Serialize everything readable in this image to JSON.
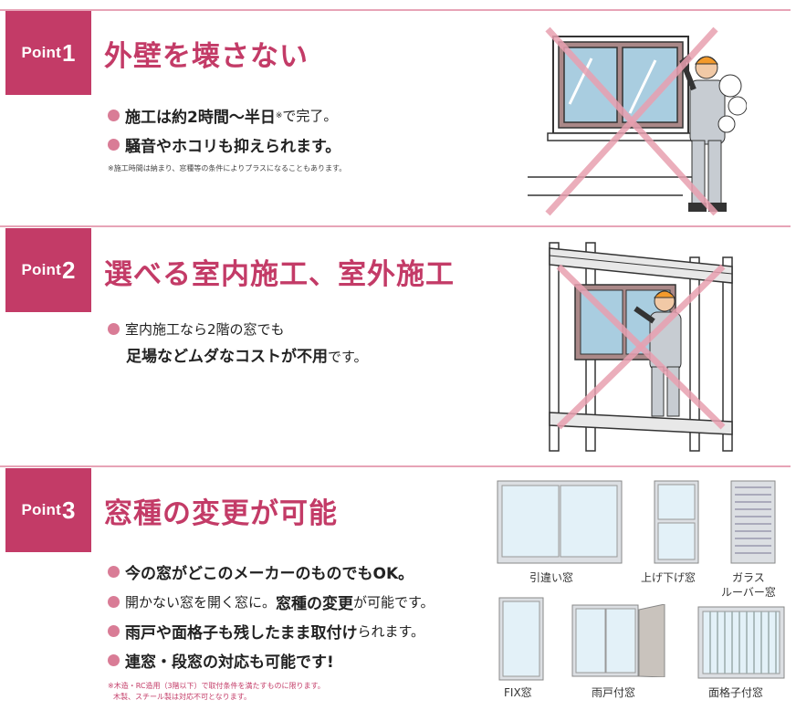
{
  "points": [
    {
      "label": "Point",
      "number": "1",
      "title": "外壁を壊さない",
      "bullets": [
        {
          "bold": "施工は約2時間〜半日",
          "sup": "※",
          "normal": "で完了。"
        },
        {
          "bold": "騒音やホコリも抑えられます。",
          "normal": ""
        }
      ],
      "note": "※施工時間は納まり、窓種等の条件によりプラスになることもあります。"
    },
    {
      "label": "Point",
      "number": "2",
      "title": "選べる室内施工、室外施工",
      "bullet_lead": "室内施工なら2階の窓でも",
      "line2_bold": "足場などムダなコストが不用",
      "line2_normal": "です。"
    },
    {
      "label": "Point",
      "number": "3",
      "title": "窓種の変更が可能",
      "bullets": [
        {
          "bold": "今の窓がどこのメーカーのものでもOK。",
          "normal": "",
          "bold2": "",
          "normal2": ""
        },
        {
          "normal": "開かない窓を開く窓に。",
          "bold": "窓種の変更",
          "normal2": "が可能です。"
        },
        {
          "bold": "雨戸や面格子も残したまま取付け",
          "normal2": "られます。"
        },
        {
          "bold": "連窓・段窓の対応も可能です!",
          "normal2": ""
        }
      ],
      "note_line1": "※木造・RC造用（3階以下）で取付条件を満たすものに限ります。",
      "note_line2": "木製、スチール製は対応不可となります。",
      "window_types": [
        "引違い窓",
        "上げ下げ窓",
        "ガラス",
        "ルーバー窓",
        "FIX窓",
        "雨戸付窓",
        "面格子付窓"
      ]
    }
  ],
  "colors": {
    "accent": "#c33b67",
    "bullet": "#d97c96",
    "rule": "#e7a4b7",
    "cross": "#e8a0b0"
  }
}
